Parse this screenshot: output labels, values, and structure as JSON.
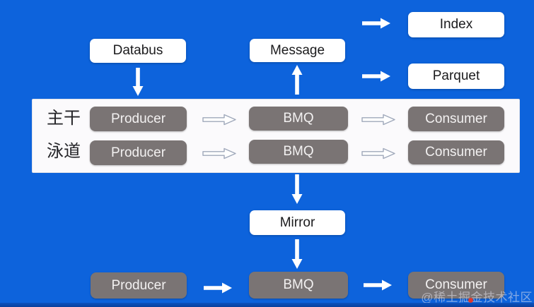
{
  "colors": {
    "background": "#0d63dc",
    "node_gray": "#7a7474",
    "node_white": "#ffffff",
    "panel_bg": "#fbfafc",
    "hollow_arrow_stroke": "#9fa8ba",
    "watermark_dot": "#e2382c"
  },
  "top_row": {
    "databus": "Databus",
    "message": "Message",
    "index": "Index",
    "parquet": "Parquet"
  },
  "lanes_panel": {
    "rows": [
      {
        "lane": "主干",
        "producer": "Producer",
        "queue": "BMQ",
        "consumer": "Consumer"
      },
      {
        "lane": "泳道",
        "producer": "Producer",
        "queue": "BMQ",
        "consumer": "Consumer"
      }
    ]
  },
  "bottom_flow": {
    "mirror": "Mirror",
    "producer": "Producer",
    "queue": "BMQ",
    "consumer": "Consumer"
  },
  "watermark": {
    "text": "@稀土掘金技术社区"
  }
}
